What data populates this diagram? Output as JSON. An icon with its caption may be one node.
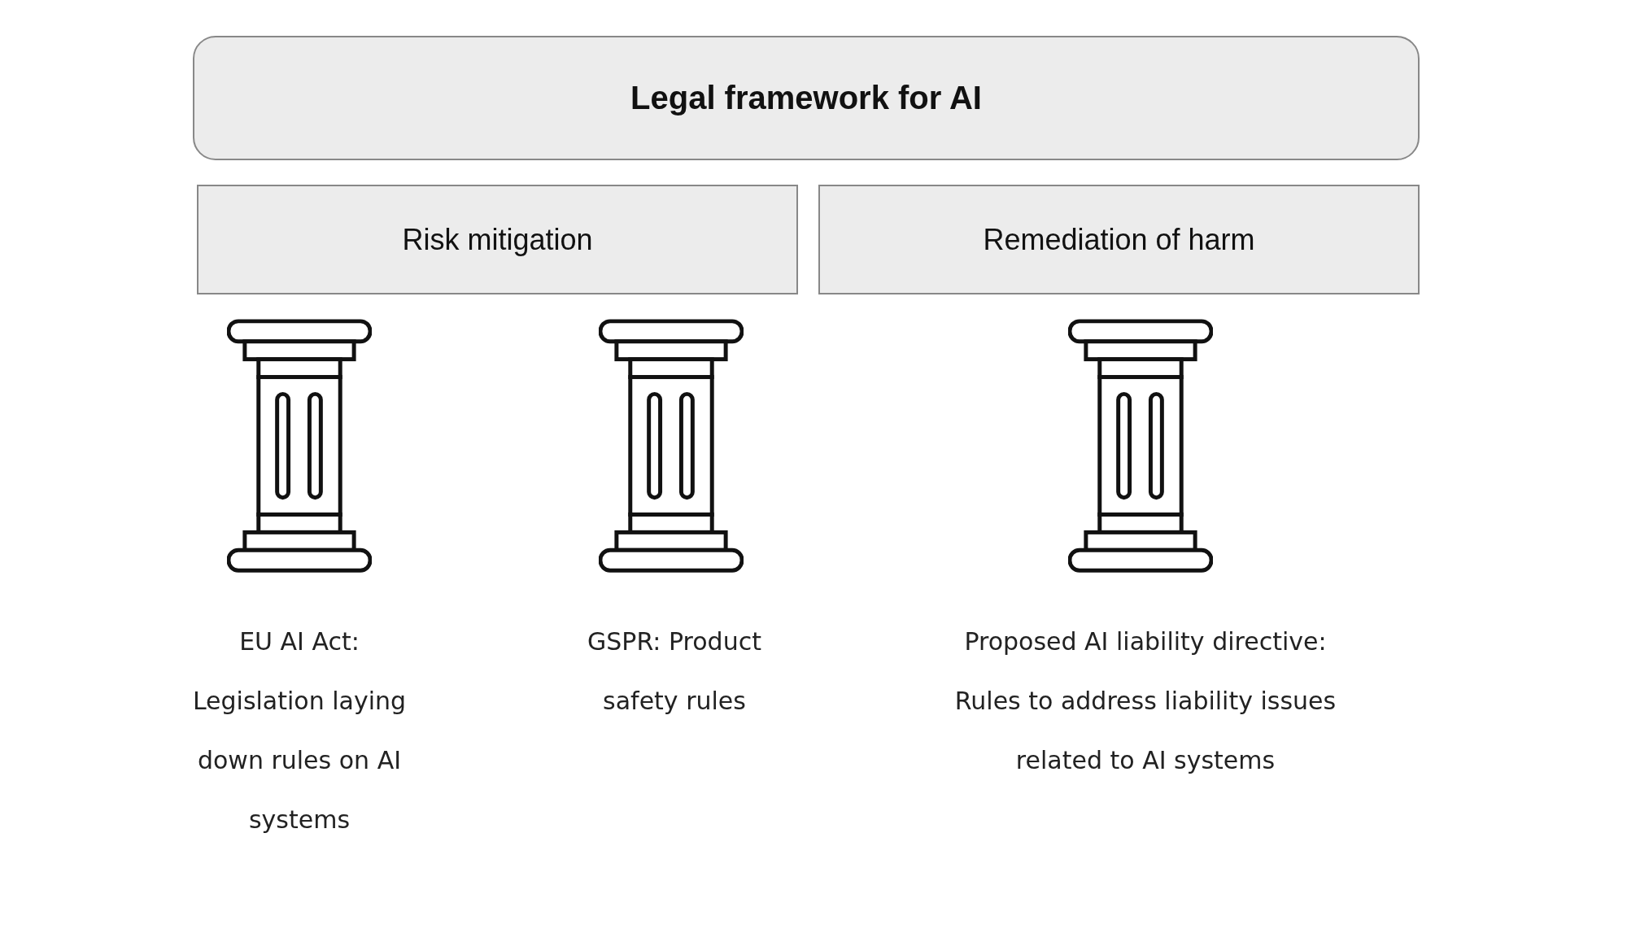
{
  "diagram": {
    "nodes": [
      {
        "text": [
          "Legal framework for AI"
        ]
      },
      {
        "text": [
          "Risk mitigation"
        ]
      },
      {
        "text": [
          "Remediation of harm"
        ]
      }
    ],
    "labels": [
      "EU AI Act: Legislation laying down rules on AI systems",
      "GSPR: Product safety rules",
      "Proposed AI liability directive: Rules to address liability issues related to AI systems"
    ]
  }
}
